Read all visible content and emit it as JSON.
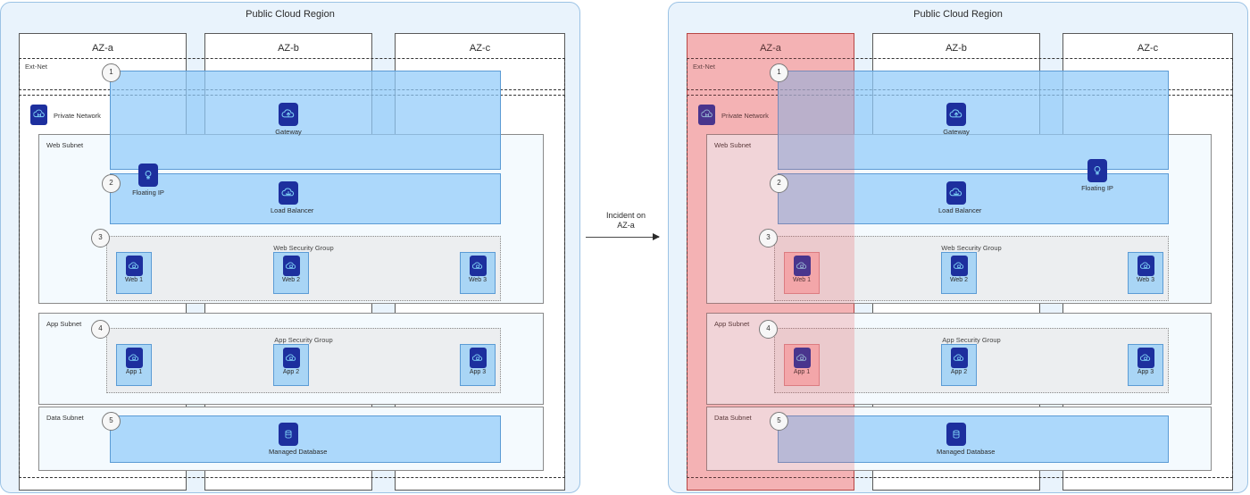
{
  "region_title": "Public Cloud Region",
  "transition": {
    "line1": "Incident on",
    "line2": "AZ-a"
  },
  "zones": [
    {
      "id": "az-a",
      "label": "AZ-a"
    },
    {
      "id": "az-b",
      "label": "AZ-b"
    },
    {
      "id": "az-c",
      "label": "AZ-c"
    }
  ],
  "networks": {
    "ext_net": "Ext-Net",
    "private_net": "Private Network"
  },
  "subnets": {
    "web": "Web Subnet",
    "app": "App Subnet",
    "data": "Data Subnet"
  },
  "security_groups": {
    "web": "Web Security Group",
    "app": "App Security Group"
  },
  "services": {
    "gateway": "Gateway",
    "load_balancer": "Load Balancer",
    "floating_ip": "Floating IP",
    "database": "Managed Database"
  },
  "instances": {
    "web": [
      "Web 1",
      "Web 2",
      "Web 3"
    ],
    "app": [
      "App 1",
      "App 2",
      "App 3"
    ]
  },
  "steps": [
    "1",
    "2",
    "3",
    "4",
    "5"
  ],
  "states": {
    "before": {
      "failed_zone": "",
      "floating_ip_zone": "AZ-a",
      "failed_instances": []
    },
    "after": {
      "failed_zone": "AZ-a",
      "floating_ip_zone": "AZ-c",
      "failed_instances": [
        "Web 1",
        "App 1"
      ]
    }
  },
  "colors": {
    "region_bg": "#e9f3fc",
    "region_border": "#9cc3e5",
    "band_blue": "#90caf9",
    "icon_navy": "#1d2f9e",
    "failure_red": "#f8cfd0",
    "chip_blue": "#a9d5f5"
  }
}
